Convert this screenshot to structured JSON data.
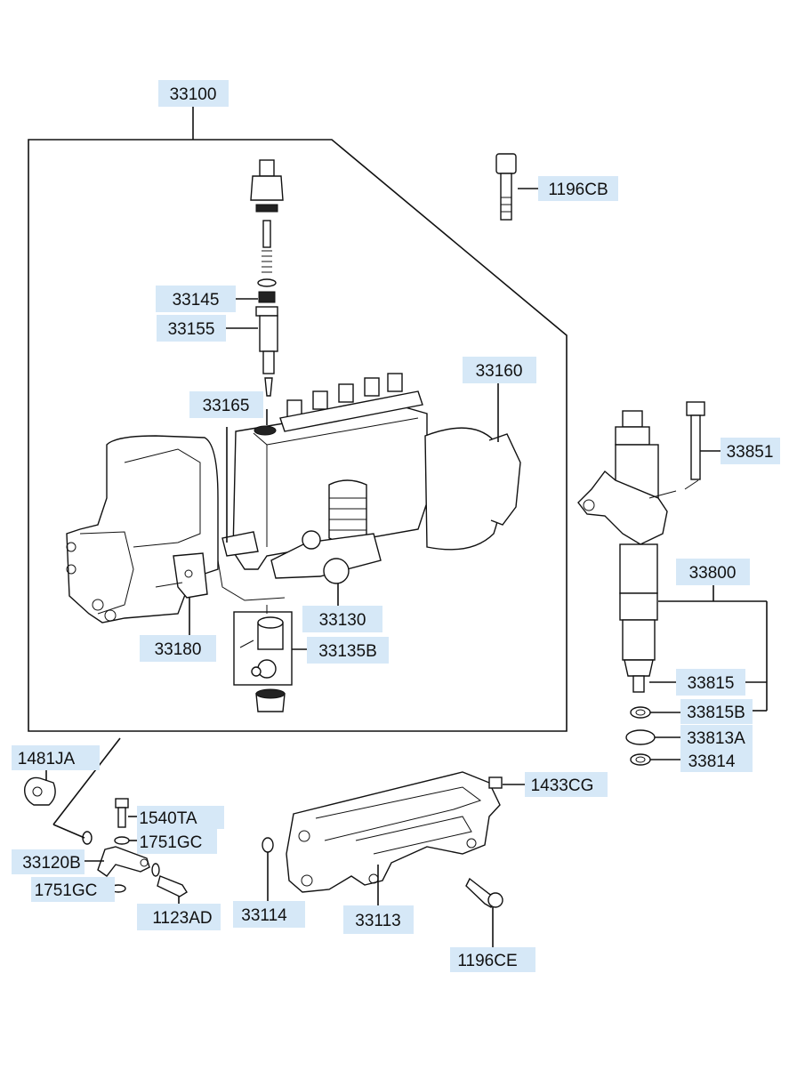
{
  "labels": {
    "p33100": "33100",
    "p1196CB": "1196CB",
    "p33145": "33145",
    "p33155": "33155",
    "p33160": "33160",
    "p33165": "33165",
    "p33851": "33851",
    "p33800": "33800",
    "p33130": "33130",
    "p33180": "33180",
    "p33135B": "33135B",
    "p33815": "33815",
    "p33815B": "33815B",
    "p33813A": "33813A",
    "p33814": "33814",
    "p1481JA": "1481JA",
    "p1433CG": "1433CG",
    "p1540TA": "1540TA",
    "p1751GC_a": "1751GC",
    "p33120B": "33120B",
    "p1751GC_b": "1751GC",
    "p1123AD": "1123AD",
    "p33114": "33114",
    "p33113": "33113",
    "p1196CE": "1196CE"
  },
  "colors": {
    "label_background": "#d6e8f7",
    "line": "#111111"
  }
}
